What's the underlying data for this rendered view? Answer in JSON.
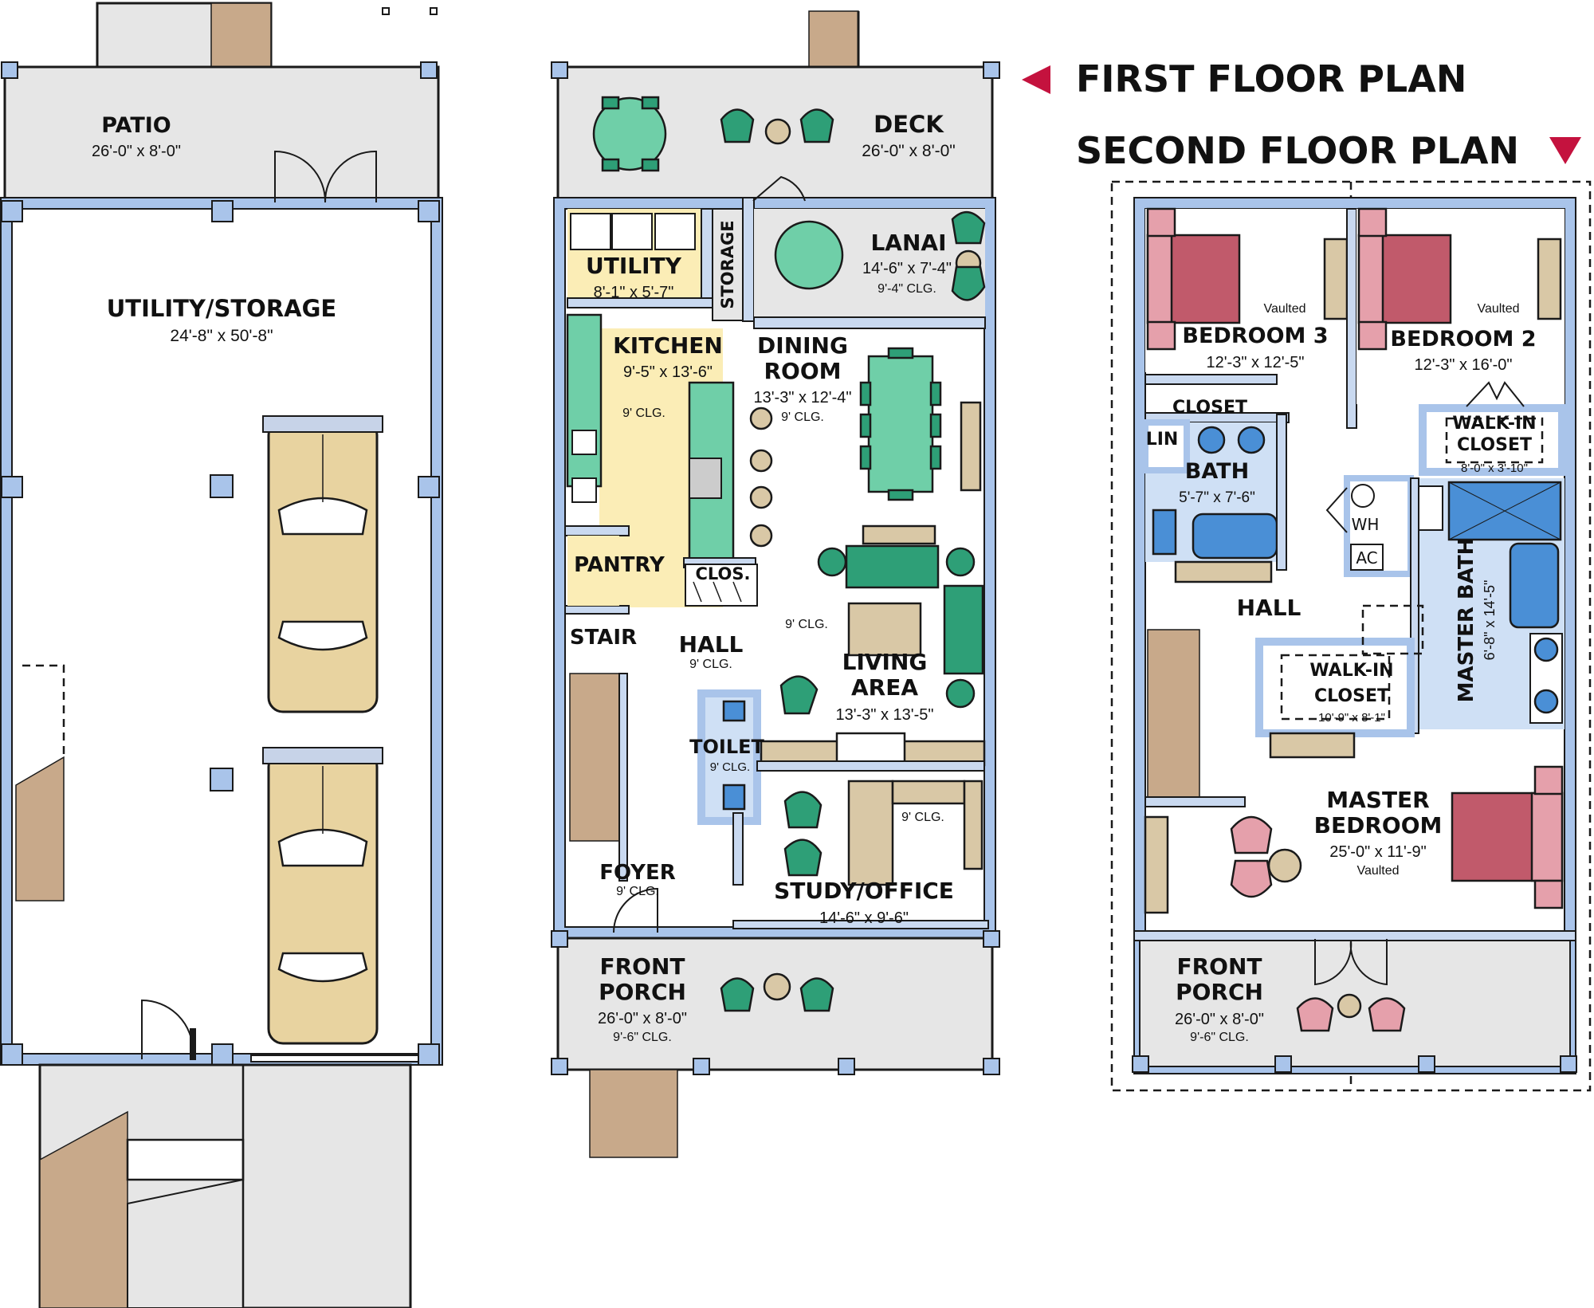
{
  "titles": {
    "first_floor": "FIRST FLOOR PLAN",
    "second_floor": "SECOND FLOOR PLAN"
  },
  "ground": {
    "patio_name": "PATIO",
    "patio_dim": "26'-0\" x 8'-0\"",
    "utility_name": "UTILITY/STORAGE",
    "utility_dim": "24'-8\" x 50'-8\""
  },
  "first": {
    "deck_name": "DECK",
    "deck_dim": "26'-0\" x 8'-0\"",
    "utility_name": "UTILITY",
    "utility_dim": "8'-1\" x 5'-7\"",
    "storage_name": "STORAGE",
    "lanai_name": "LANAI",
    "lanai_dim": "14'-6\" x 7'-4\"",
    "lanai_clg": "9'-4\" CLG.",
    "kitchen_name": "KITCHEN",
    "kitchen_dim": "9'-5\" x 13'-6\"",
    "kitchen_clg": "9' CLG.",
    "dining_name1": "DINING",
    "dining_name2": "ROOM",
    "dining_dim": "13'-3\" x 12'-4\"",
    "dining_clg": "9' CLG.",
    "pantry_name": "PANTRY",
    "clos_name": "CLOS.",
    "stair_name": "STAIR",
    "hall_name": "HALL",
    "hall_clg": "9' CLG.",
    "living_clg": "9' CLG.",
    "living_name1": "LIVING",
    "living_name2": "AREA",
    "living_dim": "13'-3\" x 13'-5\"",
    "toilet_name": "TOILET",
    "toilet_clg": "9' CLG.",
    "foyer_name": "FOYER",
    "foyer_clg": "9' CLG.",
    "study_clg": "9' CLG.",
    "study_name": "STUDY/OFFICE",
    "study_dim": "14'-6\" x 9'-6\"",
    "porch_name1": "FRONT",
    "porch_name2": "PORCH",
    "porch_dim": "26'-0\" x 8'-0\"",
    "porch_clg": "9'-6\" CLG."
  },
  "second": {
    "bed3_vaulted": "Vaulted",
    "bed3_name": "BEDROOM 3",
    "bed3_dim": "12'-3\" x 12'-5\"",
    "bed2_vaulted": "Vaulted",
    "bed2_name": "BEDROOM 2",
    "bed2_dim": "12'-3\" x 16'-0\"",
    "closet_name": "CLOSET",
    "walkin1_name1": "WALK-IN",
    "walkin1_name2": "CLOSET",
    "walkin1_dim": "8'-0\" x 3'-10\"",
    "lin_name": "LIN",
    "bath_name": "BATH",
    "bath_dim": "5'-7\" x 7'-6\"",
    "wh_name": "WH",
    "ac_name": "AC",
    "hall_name": "HALL",
    "walkin2_name1": "WALK-IN",
    "walkin2_name2": "CLOSET",
    "walkin2_dim": "10'-9\" x 8'-1\"",
    "mbath_name": "MASTER BATH",
    "mbath_dim": "6'-8\" x 14'-5\"",
    "master_name1": "MASTER",
    "master_name2": "BEDROOM",
    "master_dim": "25'-0\" x 11'-9\"",
    "master_vaulted": "Vaulted",
    "porch_name1": "FRONT",
    "porch_name2": "PORCH",
    "porch_dim": "26'-0\" x 8'-0\"",
    "porch_clg": "9'-6\" CLG."
  },
  "colors": {
    "marker": "#c4123e",
    "wall_blue": "#a9c4ea",
    "furniture_teal": "#6fcfa8",
    "bed_red": "#c15a6b"
  }
}
